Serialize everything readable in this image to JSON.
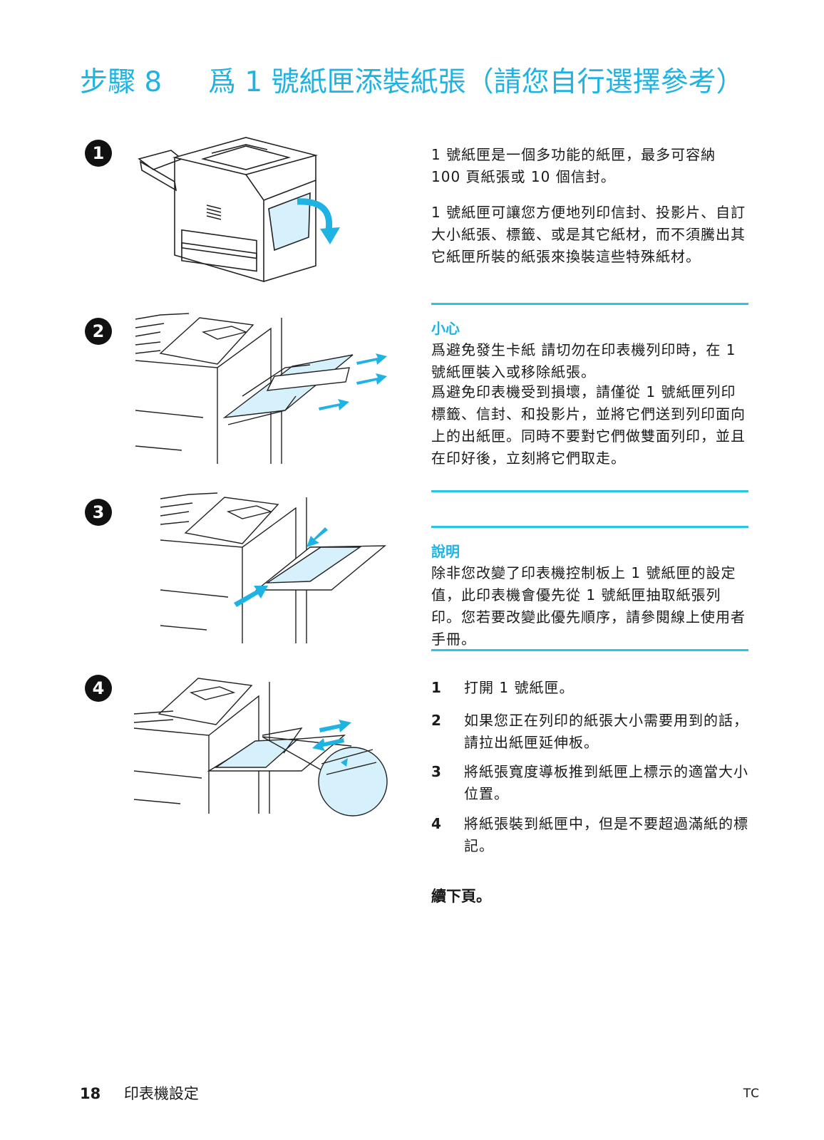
{
  "heading": {
    "step": "步驟 8",
    "title": "爲 1 號紙匣添裝紙張（請您自行選擇參考）",
    "color": "#1fb3e3"
  },
  "figure_numbers": [
    "1",
    "2",
    "3",
    "4"
  ],
  "intro": [
    "1 號紙匣是一個多功能的紙匣，最多可容納 100 頁紙張或 10 個信封。",
    "1 號紙匣可讓您方便地列印信封、投影片、自訂大小紙張、標籤、或是其它紙材，而不須騰出其它紙匣所裝的紙張來換裝這些特殊紙材。"
  ],
  "caution": {
    "title": "小心",
    "lines": [
      "爲避免發生卡紙 請切勿在印表機列印時，在 1 號紙匣裝入或移除紙張。",
      "爲避免印表機受到損壞，請僅從 1 號紙匣列印標籤、信封、和投影片，並將它們送到列印面向上的出紙匣。同時不要對它們做雙面列印，並且在印好後，立刻將它們取走。"
    ]
  },
  "note": {
    "title": "說明",
    "text": "除非您改變了印表機控制板上 1 號紙匣的設定值，此印表機會優先從 1 號紙匣抽取紙張列印。您若要改變此優先順序，請參閱線上使用者手冊。"
  },
  "steps": [
    {
      "num": "1",
      "text": "打開 1 號紙匣。"
    },
    {
      "num": "2",
      "text": "如果您正在列印的紙張大小需要用到的話，請拉出紙匣延伸板。"
    },
    {
      "num": "3",
      "text": "將紙張寬度導板推到紙匣上標示的適當大小位置。"
    },
    {
      "num": "4",
      "text": "將紙張裝到紙匣中，但是不要超過滿紙的標記。"
    }
  ],
  "continue": "續下頁。",
  "footer": {
    "page": "18",
    "section": "印表機設定",
    "lang": "TC"
  },
  "accent_color": "#26c6e4"
}
